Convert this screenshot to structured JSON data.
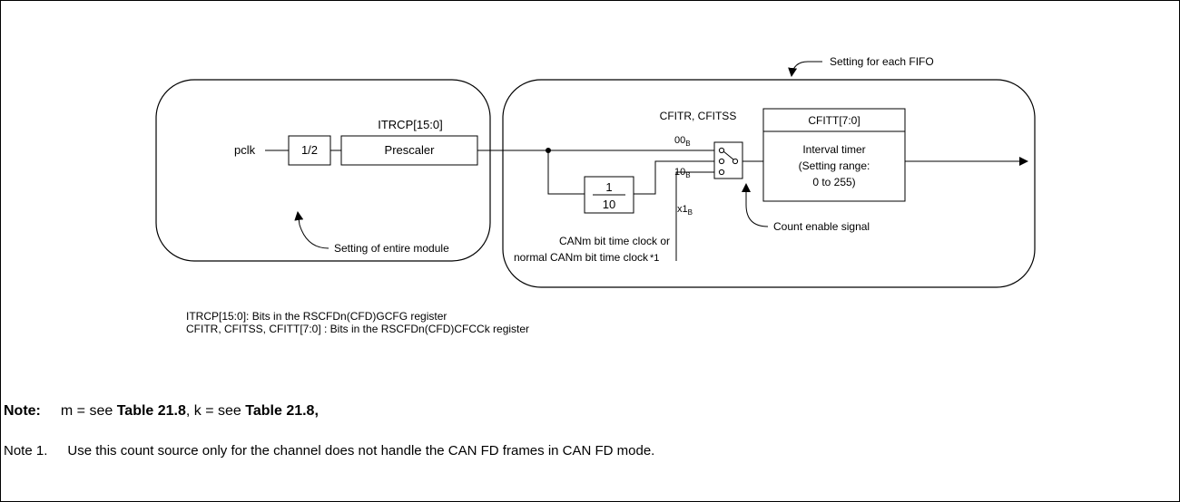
{
  "diagram": {
    "settings_each_fifo": "Setting for each FIFO",
    "settings_entire_module": "Setting of entire module",
    "pclk": "pclk",
    "half_div": "1/2",
    "itrcp_label": "ITRCP[15:0]",
    "prescaler": "Prescaler",
    "div_num": "1",
    "div_den": "10",
    "sel_00": "00",
    "sel_10": "10",
    "sel_x1": "x1",
    "sub_b": "B",
    "cfitr_label": "CFITR, CFITSS",
    "cfitt_label": "CFITT[7:0]",
    "timer_line1": "Interval timer",
    "timer_line2": "(Setting range:",
    "timer_line3": "0 to 255)",
    "count_enable": "Count enable signal",
    "canm_line1": "CANm bit time clock or",
    "canm_line2": "normal CANm bit time clock",
    "footnote_mark": "*1"
  },
  "legend": {
    "line1": "ITRCP[15:0]: Bits in the RSCFDn(CFD)GCFG register",
    "line2": "CFITR, CFITSS, CFITT[7:0] : Bits in the RSCFDn(CFD)CFCCk register"
  },
  "notes": {
    "note_label": "Note:",
    "note_text_a": "m = see ",
    "note_ref1": "Table 21.8",
    "note_text_b": ", k = see ",
    "note_ref2": "Table 21.8,",
    "note1_label": "Note 1.",
    "note1_text": "Use this count source only for the channel does not handle the CAN FD frames in CAN FD mode."
  }
}
